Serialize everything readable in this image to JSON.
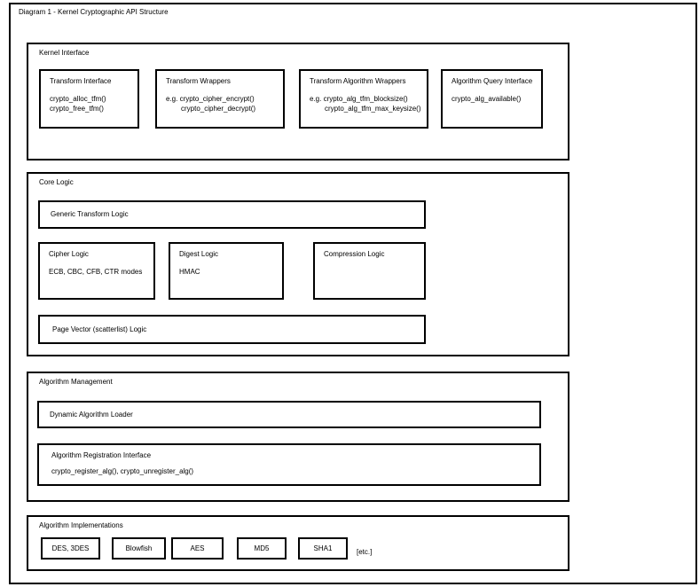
{
  "diagram": {
    "title": "Diagram 1 - Kernel Cryptographic API Structure",
    "colors": {
      "line": "#000000",
      "background": "#ffffff"
    },
    "sections": [
      {
        "label": "Kernel Interface",
        "boxes": [
          {
            "title": "Transform Interface",
            "lines": [
              "crypto_alloc_tfm()",
              "crypto_free_tfm()"
            ]
          },
          {
            "title": "Transform Wrappers",
            "lines": [
              "e.g. crypto_cipher_encrypt()",
              "crypto_cipher_decrypt()"
            ]
          },
          {
            "title": "Transform Algorithm Wrappers",
            "lines": [
              "e.g. crypto_alg_tfm_blocksize()",
              "crypto_alg_tfm_max_keysize()"
            ]
          },
          {
            "title": "Algorithm Query Interface",
            "lines": [
              "crypto_alg_available()"
            ]
          }
        ]
      },
      {
        "label": "Core Logic",
        "boxes": [
          {
            "title": "Generic Transform Logic",
            "lines": []
          },
          {
            "title": "Cipher Logic",
            "lines": [
              "ECB, CBC, CFB, CTR modes"
            ]
          },
          {
            "title": "Digest Logic",
            "lines": [
              "HMAC"
            ]
          },
          {
            "title": "Compression Logic",
            "lines": []
          },
          {
            "title": "Page Vector (scatterlist) Logic",
            "lines": []
          }
        ]
      },
      {
        "label": "Algorithm Management",
        "boxes": [
          {
            "title": "Dynamic Algorithm Loader",
            "lines": []
          },
          {
            "title": "Algorithm Registration Interface",
            "lines": [
              "crypto_register_alg(), crypto_unregister_alg()"
            ]
          }
        ]
      },
      {
        "label": "Algorithm Implementations",
        "boxes": [
          {
            "title": "DES, 3DES"
          },
          {
            "title": "Blowfish"
          },
          {
            "title": "AES"
          },
          {
            "title": "MD5"
          },
          {
            "title": "SHA1"
          }
        ],
        "suffix": "[etc.]"
      }
    ]
  }
}
